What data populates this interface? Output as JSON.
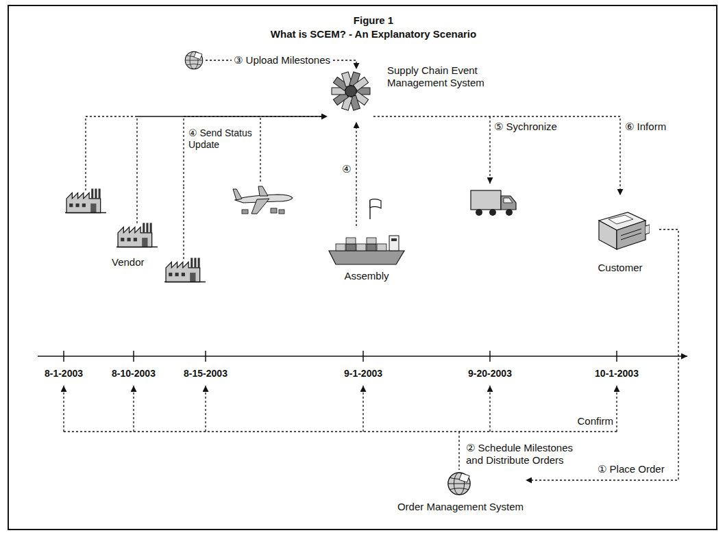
{
  "diagram": {
    "title": "What is SCEM? - An Explanatory Scenario",
    "nodes": [
      {
        "text": [
          "Supply Chain Event Management System"
        ]
      },
      {
        "text": [
          "Vendor"
        ]
      },
      {
        "text": [
          "Assembly"
        ]
      },
      {
        "text": [
          "Customer"
        ]
      },
      {
        "text": [
          "Order Management System"
        ]
      }
    ],
    "edges": [
      {
        "from": 1,
        "to": 0,
        "arrow": "to",
        "label": "④ Send Status Update"
      },
      {
        "from": 2,
        "to": 0,
        "arrow": "to",
        "label": "④"
      },
      {
        "from": 0,
        "to": 3,
        "arrow": "to",
        "label": "⑥ Inform"
      },
      {
        "from": 3,
        "to": 4,
        "arrow": "to",
        "label": "① Place Order"
      }
    ],
    "labels": [
      "Figure 1",
      "③ Upload Milestones",
      "⑤ Sychronize",
      "8-1-2003",
      "8-10-2003",
      "8-15-2003",
      "9-1-2003",
      "9-20-2003",
      "10-1-2003",
      "Confirm",
      "② Schedule Milestones and Distribute Orders"
    ]
  }
}
